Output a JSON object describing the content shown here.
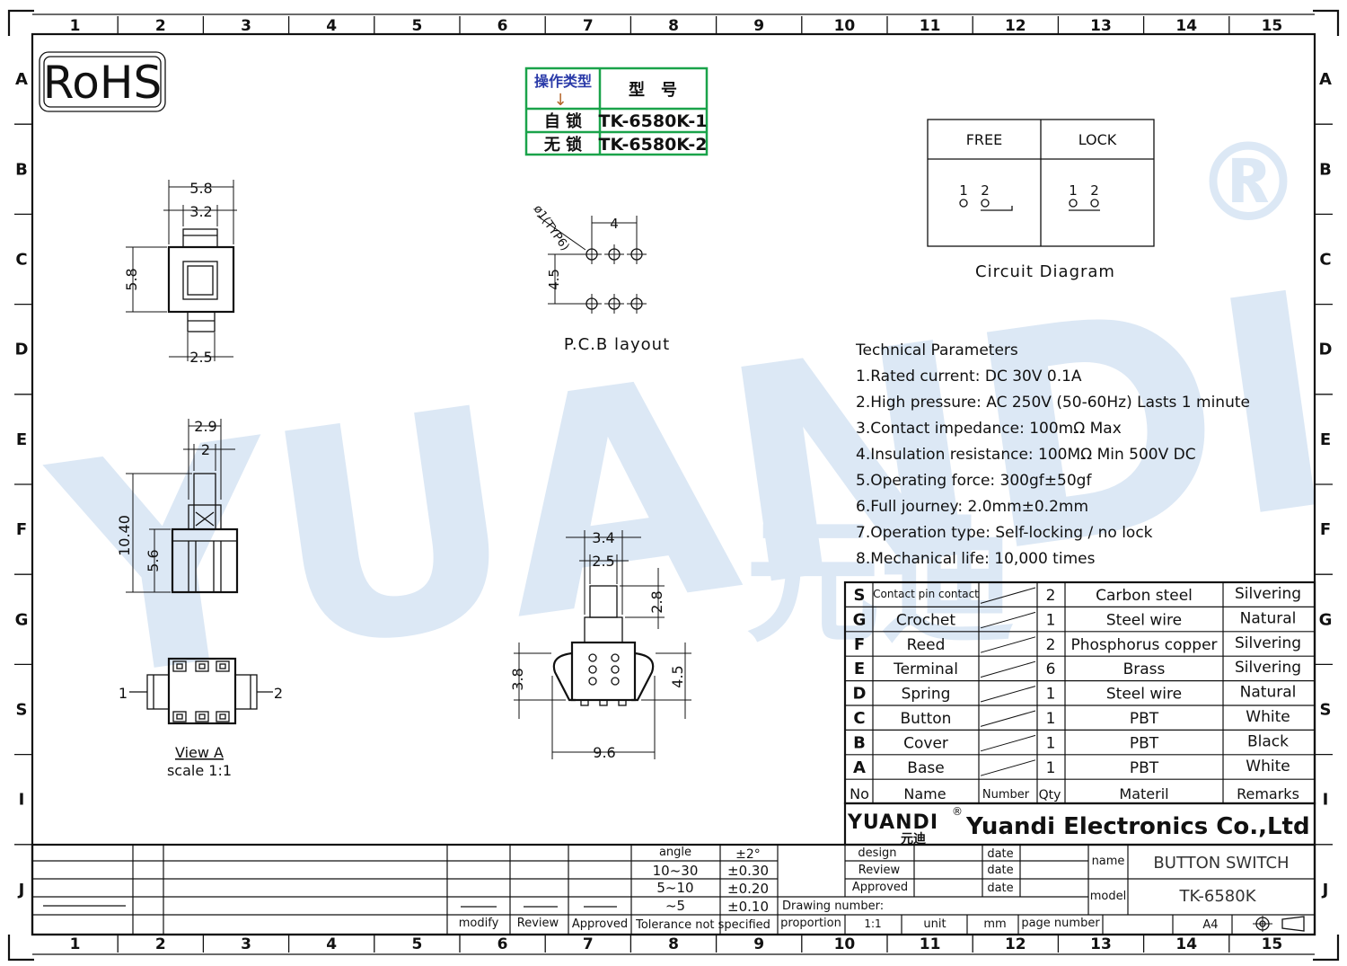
{
  "rohs": "RoHS",
  "grid": {
    "cols": [
      "1",
      "2",
      "3",
      "4",
      "5",
      "6",
      "7",
      "8",
      "9",
      "10",
      "11",
      "12",
      "13",
      "14",
      "15"
    ],
    "rows": [
      "A",
      "B",
      "C",
      "D",
      "E",
      "F",
      "G",
      "S",
      "I",
      "J"
    ]
  },
  "watermark": {
    "text": "YUANDI",
    "cn": "元迪",
    "reg": "®"
  },
  "model_table": {
    "h1": "操作类型",
    "arrow": "↓",
    "h2": "型　号",
    "rows": [
      {
        "type": "自 锁",
        "model": "TK-6580K-1"
      },
      {
        "type": "无 锁",
        "model": "TK-6580K-2"
      }
    ]
  },
  "circuit": {
    "free": "FREE",
    "lock": "LOCK",
    "pin1": "1",
    "pin2": "2",
    "label": "Circuit  Diagram"
  },
  "pcb": {
    "label": "P.C.B  layout",
    "hole": "ø1(TYP6)",
    "pitch_x": "4",
    "pitch_y": "4.5"
  },
  "dims": {
    "top_w_outer": "5.8",
    "top_w_inner": "3.2",
    "top_h": "5.8",
    "top_bottom": "2.5",
    "side_w_outer": "2.9",
    "side_w_inner": "2",
    "side_h_total": "10.40",
    "side_h_body": "5.6",
    "front_w_outer": "3.4",
    "front_w_inner": "2.5",
    "front_stem_h": "2.8",
    "front_body_h": "3.8",
    "front_leg_h": "4.5",
    "front_w_total": "9.6"
  },
  "view_a": {
    "title": "View  A",
    "scale": "scale  1:1",
    "pin1": "1",
    "pin2": "2"
  },
  "tech": {
    "title": "Technical Parameters",
    "items": [
      "1.Rated current: DC 30V 0.1A",
      "2.High pressure: AC 250V  (50-60Hz)  Lasts 1 minute",
      "3.Contact impedance: 100mΩ Max",
      "4.Insulation resistance: 100MΩ Min 500V DC",
      "5.Operating force: 300gf±50gf",
      "6.Full journey: 2.0mm±0.2mm",
      "7.Operation type: Self-locking / no lock",
      "8.Mechanical life: 10,000 times"
    ]
  },
  "bom": {
    "rows": [
      {
        "no": "S",
        "name": "Contact pin contact",
        "qty": "2",
        "mat": "Carbon steel",
        "rem": "Silvering"
      },
      {
        "no": "G",
        "name": "Crochet",
        "qty": "1",
        "mat": "Steel wire",
        "rem": "Natural"
      },
      {
        "no": "F",
        "name": "Reed",
        "qty": "2",
        "mat": "Phosphorus copper",
        "rem": "Silvering"
      },
      {
        "no": "E",
        "name": "Terminal",
        "qty": "6",
        "mat": "Brass",
        "rem": "Silvering"
      },
      {
        "no": "D",
        "name": "Spring",
        "qty": "1",
        "mat": "Steel wire",
        "rem": "Natural"
      },
      {
        "no": "C",
        "name": "Button",
        "qty": "1",
        "mat": "PBT",
        "rem": "White"
      },
      {
        "no": "B",
        "name": "Cover",
        "qty": "1",
        "mat": "PBT",
        "rem": "Black"
      },
      {
        "no": "A",
        "name": "Base",
        "qty": "1",
        "mat": "PBT",
        "rem": "White"
      }
    ],
    "header": {
      "no": "No",
      "name": "Name",
      "num": "Number",
      "qty": "Qty",
      "mat": "Materil",
      "rem": "Remarks"
    }
  },
  "company": {
    "logo": "YUANDI",
    "logo_cn": "元迪",
    "reg": "®",
    "name": "Yuandi Electronics Co.,Ltd"
  },
  "title_block": {
    "angle": "angle",
    "angle_tol": "±2°",
    "r1": "10~30",
    "t1": "±0.30",
    "r2": "5~10",
    "t2": "±0.20",
    "r3": "~5",
    "t3": "±0.10",
    "tol_label": "Tolerance not specified",
    "modify": "modify",
    "review": "Review",
    "approved": "Approved",
    "design": "design",
    "review2": "Review",
    "approved2": "Approved",
    "date": "date",
    "name_label": "name",
    "name_value": "BUTTON SWITCH",
    "model_label": "model",
    "model_value": "TK-6580K",
    "drawing_number": "Drawing number:",
    "proportion": "proportion",
    "prop_value": "1:1",
    "unit": "unit",
    "unit_value": "mm",
    "page_number": "page number",
    "size": "A4"
  }
}
